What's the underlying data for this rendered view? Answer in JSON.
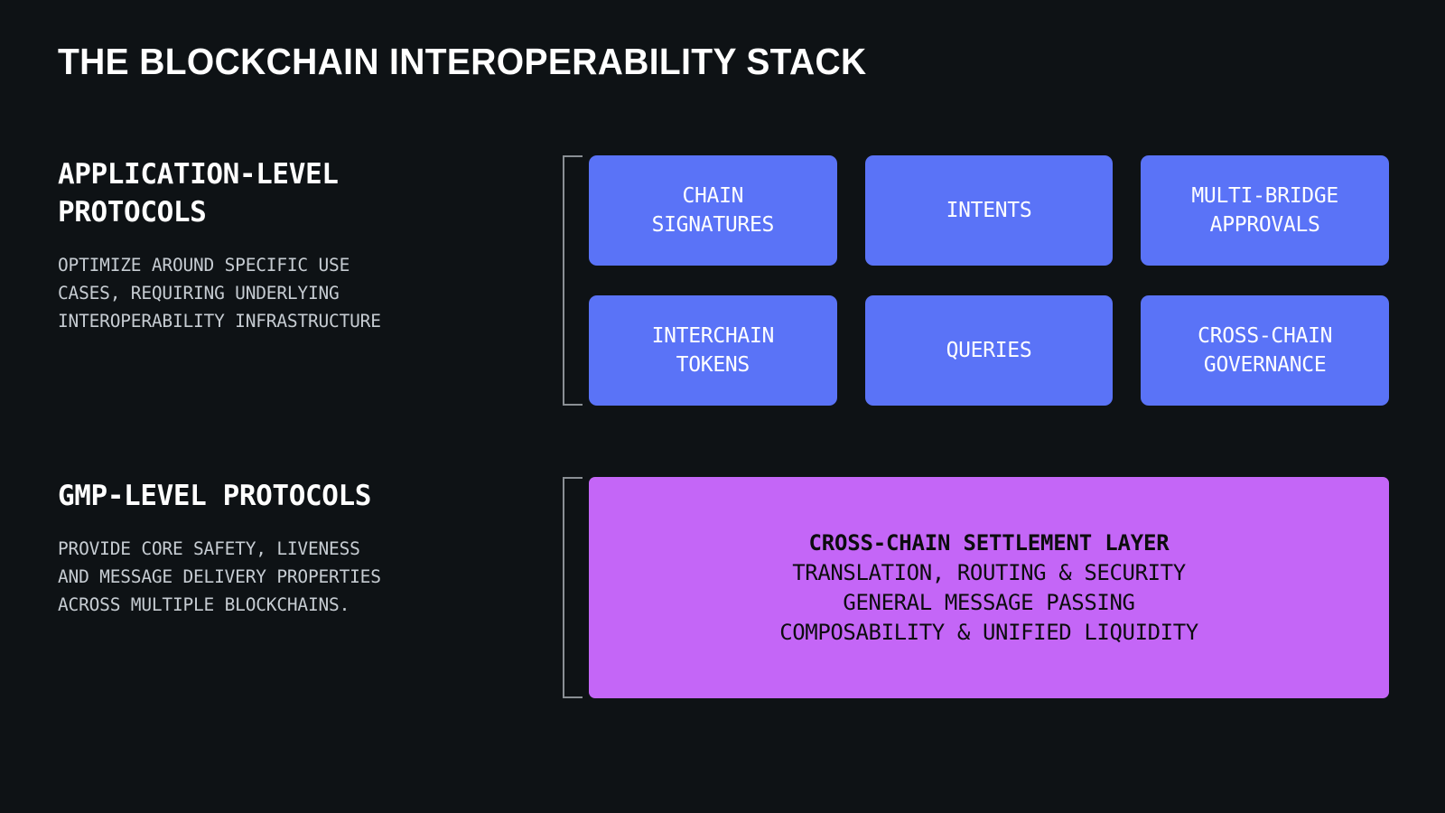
{
  "theme": {
    "background": "#0e1215",
    "title_color": "#ffffff",
    "heading_color": "#ffffff",
    "description_color": "#c6ccd2",
    "tile_blue": "#5a73f7",
    "panel_purple": "#c466f7",
    "panel_text_color": "#0c0c0e",
    "bracket_color": "#8a8f94"
  },
  "title": "THE BLOCKCHAIN INTEROPERABILITY STACK",
  "sections": [
    {
      "id": "application-level",
      "heading": "APPLICATION-LEVEL\nPROTOCOLS",
      "description": "OPTIMIZE AROUND SPECIFIC USE\nCASES, REQUIRING UNDERLYING\nINTEROPERABILITY INFRASTRUCTURE"
    },
    {
      "id": "gmp-level",
      "heading": "GMP-LEVEL PROTOCOLS",
      "description": "PROVIDE CORE SAFETY, LIVENESS\nAND MESSAGE DELIVERY PROPERTIES\nACROSS MULTIPLE BLOCKCHAINS."
    }
  ],
  "application_tiles": [
    {
      "id": "chain-signatures",
      "label": "CHAIN\nSIGNATURES"
    },
    {
      "id": "intents",
      "label": "INTENTS"
    },
    {
      "id": "multi-bridge-approvals",
      "label": "MULTI-BRIDGE\nAPPROVALS"
    },
    {
      "id": "interchain-tokens",
      "label": "INTERCHAIN\nTOKENS"
    },
    {
      "id": "queries",
      "label": "QUERIES"
    },
    {
      "id": "cross-chain-governance",
      "label": "CROSS-CHAIN\nGOVERNANCE"
    }
  ],
  "gmp_panel": {
    "lines": [
      "CROSS-CHAIN SETTLEMENT LAYER",
      "TRANSLATION, ROUTING & SECURITY",
      "GENERAL MESSAGE PASSING",
      "COMPOSABILITY & UNIFIED LIQUIDITY"
    ]
  }
}
